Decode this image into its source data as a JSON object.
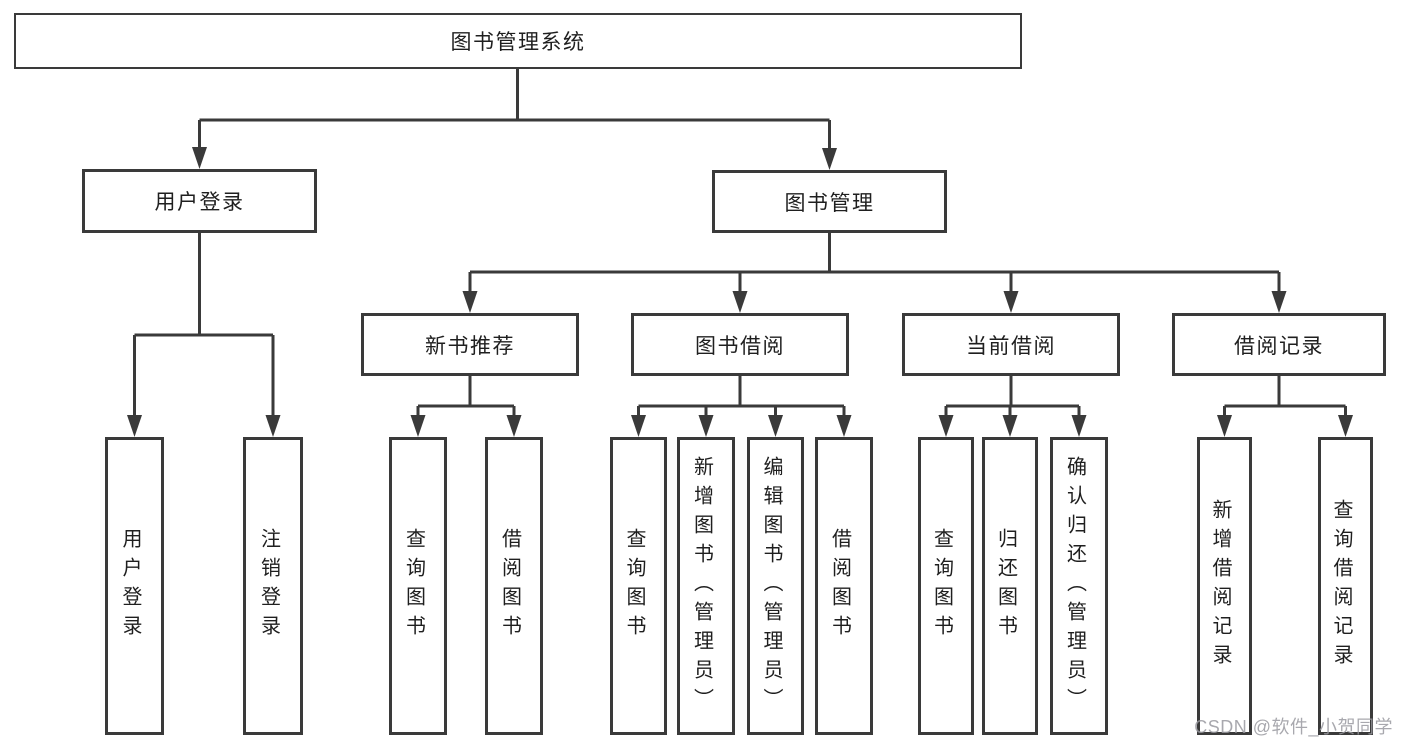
{
  "diagram_title": "图书管理系统",
  "colors": {
    "line": "#3a3a3a",
    "text": "#1f1f1f",
    "watermark": "#9a9aa0",
    "background": "#ffffff"
  },
  "watermark": {
    "text": "CSDN @软件_小贺同学"
  },
  "tree": {
    "label": "图书管理系统",
    "children": [
      {
        "label": "用户登录",
        "children": [
          {
            "label": "用户登录"
          },
          {
            "label": "注销登录"
          }
        ]
      },
      {
        "label": "图书管理",
        "children": [
          {
            "label": "新书推荐",
            "children": [
              {
                "label": "查询图书"
              },
              {
                "label": "借阅图书"
              }
            ]
          },
          {
            "label": "图书借阅",
            "children": [
              {
                "label": "查询图书"
              },
              {
                "label": "新增图书（管理员）"
              },
              {
                "label": "编辑图书（管理员）"
              },
              {
                "label": "借阅图书"
              }
            ]
          },
          {
            "label": "当前借阅",
            "children": [
              {
                "label": "查询图书"
              },
              {
                "label": "归还图书"
              },
              {
                "label": "确认归还（管理员）"
              }
            ]
          },
          {
            "label": "借阅记录",
            "children": [
              {
                "label": "新增借阅记录"
              },
              {
                "label": "查询借阅记录"
              }
            ]
          }
        ]
      }
    ]
  }
}
